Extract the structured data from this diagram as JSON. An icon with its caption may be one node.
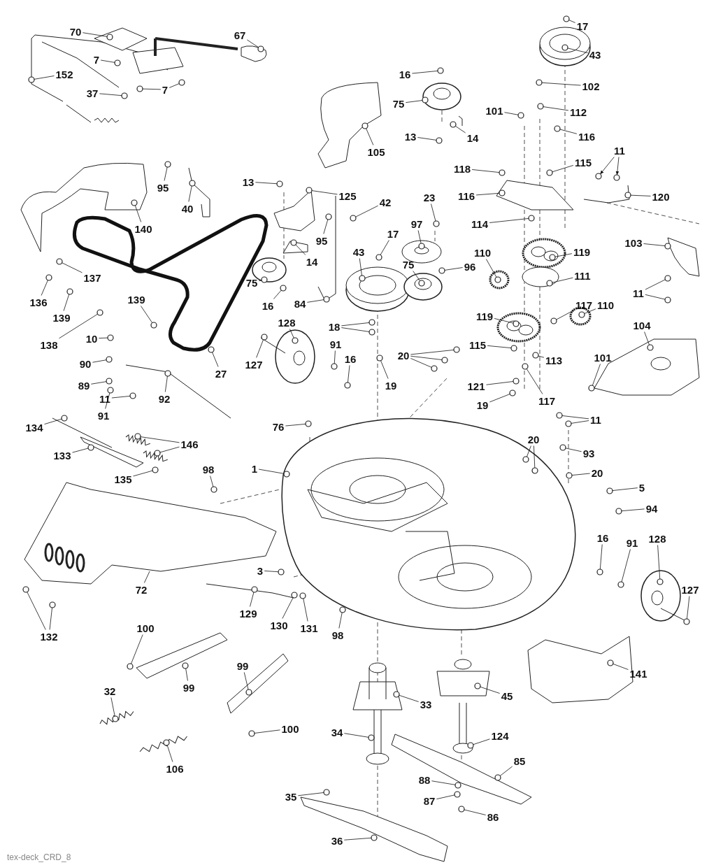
{
  "diagram": {
    "nodes": [
      {
        "text": [
          "17"
        ]
      },
      {
        "text": [
          "70"
        ]
      },
      {
        "text": [
          "67"
        ]
      },
      {
        "text": [
          "43"
        ]
      },
      {
        "text": [
          "7"
        ]
      },
      {
        "text": [
          "152"
        ]
      },
      {
        "text": [
          "16"
        ]
      },
      {
        "text": [
          "102"
        ]
      },
      {
        "text": [
          "7"
        ]
      },
      {
        "text": [
          "37"
        ]
      },
      {
        "text": [
          "75"
        ]
      },
      {
        "text": [
          "101"
        ]
      },
      {
        "text": [
          "112"
        ]
      },
      {
        "text": [
          "116"
        ]
      },
      {
        "text": [
          "14"
        ]
      },
      {
        "text": [
          "13"
        ]
      },
      {
        "text": [
          "105"
        ]
      },
      {
        "text": [
          "11"
        ]
      },
      {
        "text": [
          "118"
        ]
      },
      {
        "text": [
          "115"
        ]
      },
      {
        "text": [
          "13"
        ]
      },
      {
        "text": [
          "125"
        ]
      },
      {
        "text": [
          "95"
        ]
      },
      {
        "text": [
          "40"
        ]
      },
      {
        "text": [
          "116"
        ]
      },
      {
        "text": [
          "120"
        ]
      },
      {
        "text": [
          "42"
        ]
      },
      {
        "text": [
          "140"
        ]
      },
      {
        "text": [
          "23"
        ]
      },
      {
        "text": [
          "95"
        ]
      },
      {
        "text": [
          "114"
        ]
      },
      {
        "text": [
          "14"
        ]
      },
      {
        "text": [
          "97"
        ]
      },
      {
        "text": [
          "103"
        ]
      },
      {
        "text": [
          "17"
        ]
      },
      {
        "text": [
          "43"
        ]
      },
      {
        "text": [
          "110"
        ]
      },
      {
        "text": [
          "119"
        ]
      },
      {
        "text": [
          "96"
        ]
      },
      {
        "text": [
          "75"
        ]
      },
      {
        "text": [
          "111"
        ]
      },
      {
        "text": [
          "137"
        ]
      },
      {
        "text": [
          "75"
        ]
      },
      {
        "text": [
          "84"
        ]
      },
      {
        "text": [
          "16"
        ]
      },
      {
        "text": [
          "136"
        ]
      },
      {
        "text": [
          "11"
        ]
      },
      {
        "text": [
          "139"
        ]
      },
      {
        "text": [
          "139"
        ]
      },
      {
        "text": [
          "117"
        ]
      },
      {
        "text": [
          "18"
        ]
      },
      {
        "text": [
          "119"
        ]
      },
      {
        "text": [
          "110"
        ]
      },
      {
        "text": [
          "138"
        ]
      },
      {
        "text": [
          "128"
        ]
      },
      {
        "text": [
          "104"
        ]
      },
      {
        "text": [
          "10"
        ]
      },
      {
        "text": [
          "27"
        ]
      },
      {
        "text": [
          "101"
        ]
      },
      {
        "text": [
          "91"
        ]
      },
      {
        "text": [
          "16"
        ]
      },
      {
        "text": [
          "115"
        ]
      },
      {
        "text": [
          "127"
        ]
      },
      {
        "text": [
          "113"
        ]
      },
      {
        "text": [
          "20"
        ]
      },
      {
        "text": [
          "90"
        ]
      },
      {
        "text": [
          "19"
        ]
      },
      {
        "text": [
          "117"
        ]
      },
      {
        "text": [
          "89"
        ]
      },
      {
        "text": [
          "121"
        ]
      },
      {
        "text": [
          "92"
        ]
      },
      {
        "text": [
          "19"
        ]
      },
      {
        "text": [
          "11"
        ]
      },
      {
        "text": [
          "91"
        ]
      },
      {
        "text": [
          "11"
        ]
      },
      {
        "text": [
          "134"
        ]
      },
      {
        "text": [
          "76"
        ]
      },
      {
        "text": [
          "146"
        ]
      },
      {
        "text": [
          "133"
        ]
      },
      {
        "text": [
          "93"
        ]
      },
      {
        "text": [
          "20"
        ]
      },
      {
        "text": [
          "98"
        ]
      },
      {
        "text": [
          "1"
        ]
      },
      {
        "text": [
          "135"
        ]
      },
      {
        "text": [
          "20"
        ]
      },
      {
        "text": [
          "5"
        ]
      },
      {
        "text": [
          "94"
        ]
      },
      {
        "text": [
          "3"
        ]
      },
      {
        "text": [
          "72"
        ]
      },
      {
        "text": [
          "16"
        ]
      },
      {
        "text": [
          "91"
        ]
      },
      {
        "text": [
          "128"
        ]
      },
      {
        "text": [
          "127"
        ]
      },
      {
        "text": [
          "129"
        ]
      },
      {
        "text": [
          "130"
        ]
      },
      {
        "text": [
          "131"
        ]
      },
      {
        "text": [
          "98"
        ]
      },
      {
        "text": [
          "132"
        ]
      },
      {
        "text": [
          "141"
        ]
      },
      {
        "text": [
          "100"
        ]
      },
      {
        "text": [
          "99"
        ]
      },
      {
        "text": [
          "99"
        ]
      },
      {
        "text": [
          "32"
        ]
      },
      {
        "text": [
          "33"
        ]
      },
      {
        "text": [
          "45"
        ]
      },
      {
        "text": [
          "100"
        ]
      },
      {
        "text": [
          "34"
        ]
      },
      {
        "text": [
          "124"
        ]
      },
      {
        "text": [
          "106"
        ]
      },
      {
        "text": [
          "85"
        ]
      },
      {
        "text": [
          "88"
        ]
      },
      {
        "text": [
          "35"
        ]
      },
      {
        "text": [
          "87"
        ]
      },
      {
        "text": [
          "86"
        ]
      },
      {
        "text": [
          "36"
        ]
      },
      {
        "text": [],
        "shape": "circle"
      },
      {
        "text": [],
        "shape": "circle"
      },
      {
        "text": [],
        "shape": "circle"
      },
      {
        "text": [],
        "shape": "circle"
      },
      {
        "text": [],
        "shape": "circle"
      },
      {
        "text": [],
        "shape": "circle"
      },
      {
        "text": [],
        "shape": "circle"
      },
      {
        "text": [],
        "shape": "circle"
      },
      {
        "text": [],
        "shape": "circle"
      },
      {
        "text": [],
        "shape": "circle"
      },
      {
        "text": [],
        "shape": "circle"
      },
      {
        "text": [],
        "shape": "circle"
      },
      {
        "text": [],
        "shape": "circle"
      },
      {
        "text": [],
        "shape": "circle"
      },
      {
        "text": [],
        "shape": "circle"
      },
      {
        "text": [],
        "shape": "circle"
      },
      {
        "text": [],
        "shape": "circle"
      },
      {
        "text": [],
        "shape": "circle"
      },
      {
        "text": [],
        "shape": "circle"
      },
      {
        "text": [],
        "shape": "circle"
      },
      {
        "text": [],
        "shape": "circle"
      },
      {
        "text": [],
        "shape": "circle"
      },
      {
        "text": [],
        "shape": "circle"
      },
      {
        "text": [],
        "shape": "circle"
      },
      {
        "text": [],
        "shape": "circle"
      },
      {
        "text": [],
        "shape": "circle"
      },
      {
        "text": [],
        "shape": "circle"
      },
      {
        "text": [],
        "shape": "circle"
      },
      {
        "text": [],
        "shape": "circle"
      },
      {
        "text": [],
        "shape": "circle"
      },
      {
        "text": [],
        "shape": "circle"
      },
      {
        "text": [],
        "shape": "circle"
      },
      {
        "text": [],
        "shape": "circle"
      },
      {
        "text": [],
        "shape": "circle"
      },
      {
        "text": [],
        "shape": "circle"
      },
      {
        "text": [],
        "shape": "circle"
      },
      {
        "text": [],
        "shape": "circle"
      },
      {
        "text": [],
        "shape": "circle"
      },
      {
        "text": [],
        "shape": "circle"
      },
      {
        "text": [],
        "shape": "circle"
      },
      {
        "text": [],
        "shape": "circle"
      },
      {
        "text": [],
        "shape": "circle"
      },
      {
        "text": [],
        "shape": "circle"
      },
      {
        "text": [],
        "shape": "circle"
      },
      {
        "text": [],
        "shape": "circle"
      },
      {
        "text": [],
        "shape": "circle"
      },
      {
        "text": [],
        "shape": "circle"
      },
      {
        "text": [],
        "shape": "circle"
      },
      {
        "text": [],
        "shape": "circle"
      },
      {
        "text": [],
        "shape": "circle"
      },
      {
        "text": [],
        "shape": "circle"
      },
      {
        "text": [],
        "shape": "circle"
      },
      {
        "text": [],
        "shape": "circle"
      },
      {
        "text": [],
        "shape": "circle"
      },
      {
        "text": [],
        "shape": "circle"
      },
      {
        "text": [],
        "shape": "circle"
      },
      {
        "text": [],
        "shape": "circle"
      },
      {
        "text": [],
        "shape": "circle"
      },
      {
        "text": [],
        "shape": "circle"
      },
      {
        "text": [],
        "shape": "circle"
      },
      {
        "text": [],
        "shape": "circle"
      },
      {
        "text": [],
        "shape": "circle"
      },
      {
        "text": [],
        "shape": "circle"
      },
      {
        "text": [],
        "shape": "circle"
      },
      {
        "text": [],
        "shape": "circle"
      },
      {
        "text": [],
        "shape": "circle"
      },
      {
        "text": [],
        "shape": "circle"
      },
      {
        "text": [],
        "shape": "circle"
      },
      {
        "text": [],
        "shape": "circle"
      },
      {
        "text": [],
        "shape": "circle"
      },
      {
        "text": [],
        "shape": "circle"
      },
      {
        "text": [],
        "shape": "circle"
      },
      {
        "text": [],
        "shape": "circle"
      },
      {
        "text": [],
        "shape": "circle"
      },
      {
        "text": [],
        "shape": "circle"
      },
      {
        "text": [],
        "shape": "circle"
      },
      {
        "text": [],
        "shape": "circle"
      },
      {
        "text": [],
        "shape": "circle"
      },
      {
        "text": [],
        "shape": "circle"
      },
      {
        "text": [],
        "shape": "circle"
      },
      {
        "text": [],
        "shape": "circle"
      },
      {
        "text": [],
        "shape": "circle"
      },
      {
        "text": [],
        "shape": "circle"
      },
      {
        "text": [],
        "shape": "circle"
      },
      {
        "text": [],
        "shape": "circle"
      },
      {
        "text": [],
        "shape": "circle"
      },
      {
        "text": [],
        "shape": "circle"
      },
      {
        "text": [],
        "shape": "circle"
      },
      {
        "text": [],
        "shape": "circle"
      },
      {
        "text": [],
        "shape": "circle"
      },
      {
        "text": [],
        "shape": "circle"
      },
      {
        "text": [],
        "shape": "circle"
      },
      {
        "text": [],
        "shape": "circle"
      },
      {
        "text": [],
        "shape": "circle"
      },
      {
        "text": [],
        "shape": "circle"
      },
      {
        "text": [],
        "shape": "circle"
      },
      {
        "text": [],
        "shape": "circle"
      },
      {
        "text": [],
        "shape": "picture"
      },
      {
        "text": [],
        "shape": "circle"
      },
      {
        "text": [],
        "shape": "circle"
      },
      {
        "text": [],
        "shape": "circle"
      },
      {
        "text": [],
        "shape": "circle"
      },
      {
        "text": [],
        "shape": "circle"
      },
      {
        "text": [],
        "shape": "circle"
      },
      {
        "text": [],
        "shape": "circle"
      },
      {
        "text": [],
        "shape": "circle"
      },
      {
        "text": [],
        "shape": "circle"
      },
      {
        "text": [],
        "shape": "circle"
      },
      {
        "text": [],
        "shape": "circle"
      },
      {
        "text": [],
        "shape": "circle"
      },
      {
        "text": [],
        "shape": "circle"
      },
      {
        "text": [],
        "shape": "circle"
      },
      {
        "text": [],
        "shape": "circle"
      },
      {
        "text": [],
        "shape": "circle"
      },
      {
        "text": [],
        "shape": "circle"
      },
      {
        "text": [],
        "shape": "circle"
      },
      {
        "text": [],
        "shape": "circle"
      },
      {
        "text": [],
        "shape": "circle"
      },
      {
        "text": [],
        "shape": "circle"
      },
      {
        "text": [],
        "shape": "circle"
      },
      {
        "text": [],
        "shape": "circle"
      },
      {
        "text": [],
        "shape": "circle"
      },
      {
        "text": [],
        "shape": "circle"
      },
      {
        "text": [],
        "shape": "circle"
      },
      {
        "text": [],
        "shape": "circle"
      }
    ],
    "edges": [
      {
        "from": 0,
        "to": 115,
        "arrow": "none"
      },
      {
        "from": 1,
        "to": 116,
        "arrow": "none"
      },
      {
        "from": 2,
        "to": 117,
        "arrow": "none"
      },
      {
        "from": 3,
        "to": 118,
        "arrow": "none"
      },
      {
        "from": 4,
        "to": 119,
        "arrow": "none"
      },
      {
        "from": 5,
        "to": 120,
        "arrow": "none"
      },
      {
        "from": 6,
        "to": 121,
        "arrow": "none"
      },
      {
        "from": 7,
        "to": 122,
        "arrow": "none"
      },
      {
        "from": 8,
        "to": 123,
        "arrow": "none"
      },
      {
        "from": 8,
        "to": 124,
        "arrow": "none"
      },
      {
        "from": 9,
        "to": 125,
        "arrow": "none"
      },
      {
        "from": 10,
        "to": 126,
        "arrow": "none"
      },
      {
        "from": 11,
        "to": 127,
        "arrow": "none"
      },
      {
        "from": 12,
        "to": 128,
        "arrow": "none"
      },
      {
        "from": 13,
        "to": 129,
        "arrow": "none"
      },
      {
        "from": 14,
        "to": 130,
        "arrow": "none"
      },
      {
        "from": 15,
        "to": 131,
        "arrow": "none"
      },
      {
        "from": 16,
        "to": 132,
        "arrow": "none"
      },
      {
        "from": 17,
        "to": 133,
        "arrow": "to"
      },
      {
        "from": 17,
        "to": 134,
        "arrow": "to"
      },
      {
        "from": 18,
        "to": 135,
        "arrow": "none"
      },
      {
        "from": 19,
        "to": 136,
        "arrow": "none"
      },
      {
        "from": 20,
        "to": 137,
        "arrow": "none"
      },
      {
        "from": 21,
        "to": 138,
        "arrow": "none"
      },
      {
        "from": 22,
        "to": 139,
        "arrow": "none"
      },
      {
        "from": 23,
        "to": 140,
        "arrow": "none"
      },
      {
        "from": 24,
        "to": 141,
        "arrow": "none"
      },
      {
        "from": 25,
        "to": 142,
        "arrow": "none"
      },
      {
        "from": 26,
        "to": 143,
        "arrow": "none"
      },
      {
        "from": 27,
        "to": 144,
        "arrow": "none"
      },
      {
        "from": 28,
        "to": 145,
        "arrow": "none"
      },
      {
        "from": 29,
        "to": 146,
        "arrow": "none"
      },
      {
        "from": 30,
        "to": 147,
        "arrow": "none"
      },
      {
        "from": 31,
        "to": 148,
        "arrow": "none"
      },
      {
        "from": 32,
        "to": 149,
        "arrow": "none"
      },
      {
        "from": 33,
        "to": 150,
        "arrow": "none"
      },
      {
        "from": 34,
        "to": 151,
        "arrow": "none"
      },
      {
        "from": 35,
        "to": 152,
        "arrow": "none"
      },
      {
        "from": 36,
        "to": 153,
        "arrow": "none"
      },
      {
        "from": 37,
        "to": 154,
        "arrow": "none"
      },
      {
        "from": 38,
        "to": 155,
        "arrow": "none"
      },
      {
        "from": 39,
        "to": 156,
        "arrow": "none"
      },
      {
        "from": 40,
        "to": 157,
        "arrow": "none"
      },
      {
        "from": 41,
        "to": 158,
        "arrow": "none"
      },
      {
        "from": 42,
        "to": 159,
        "arrow": "none"
      },
      {
        "from": 43,
        "to": 160,
        "arrow": "none"
      },
      {
        "from": 44,
        "to": 161,
        "arrow": "none"
      },
      {
        "from": 45,
        "to": 162,
        "arrow": "none"
      },
      {
        "from": 46,
        "to": 163,
        "arrow": "none"
      },
      {
        "from": 46,
        "to": 164,
        "arrow": "none"
      },
      {
        "from": 47,
        "to": 165,
        "arrow": "none"
      },
      {
        "from": 48,
        "to": 166,
        "arrow": "none"
      },
      {
        "from": 49,
        "to": 167,
        "arrow": "none"
      },
      {
        "from": 50,
        "to": 168,
        "arrow": "none"
      },
      {
        "from": 50,
        "to": 169,
        "arrow": "none"
      },
      {
        "from": 51,
        "to": 170,
        "arrow": "none"
      },
      {
        "from": 52,
        "to": 171,
        "arrow": "none"
      },
      {
        "from": 53,
        "to": 172,
        "arrow": "none"
      },
      {
        "from": 54,
        "to": 173,
        "arrow": "none"
      },
      {
        "from": 55,
        "to": 174,
        "arrow": "none"
      },
      {
        "from": 56,
        "to": 175,
        "arrow": "none"
      },
      {
        "from": 57,
        "to": 176,
        "arrow": "none"
      },
      {
        "from": 58,
        "to": 177,
        "arrow": "none"
      },
      {
        "from": 59,
        "to": 178,
        "arrow": "none"
      },
      {
        "from": 60,
        "to": 179,
        "arrow": "none"
      },
      {
        "from": 61,
        "to": 180,
        "arrow": "none"
      },
      {
        "from": 62,
        "to": 181,
        "arrow": "none"
      },
      {
        "from": 63,
        "to": 182,
        "arrow": "none"
      },
      {
        "from": 64,
        "to": 183,
        "arrow": "none"
      },
      {
        "from": 64,
        "to": 184,
        "arrow": "none"
      },
      {
        "from": 64,
        "to": 185,
        "arrow": "none"
      },
      {
        "from": 65,
        "to": 186,
        "arrow": "none"
      },
      {
        "from": 66,
        "to": 187,
        "arrow": "none"
      },
      {
        "from": 67,
        "to": 188,
        "arrow": "none"
      },
      {
        "from": 68,
        "to": 189,
        "arrow": "none"
      },
      {
        "from": 69,
        "to": 190,
        "arrow": "none"
      },
      {
        "from": 70,
        "to": 191,
        "arrow": "none"
      },
      {
        "from": 71,
        "to": 192,
        "arrow": "none"
      },
      {
        "from": 72,
        "to": 193,
        "arrow": "none"
      },
      {
        "from": 73,
        "to": 194,
        "arrow": "none"
      },
      {
        "from": 74,
        "to": 195,
        "arrow": "none"
      },
      {
        "from": 74,
        "to": 196,
        "arrow": "none"
      },
      {
        "from": 75,
        "to": 197,
        "arrow": "none"
      },
      {
        "from": 76,
        "to": 198,
        "arrow": "none"
      },
      {
        "from": 77,
        "to": 199,
        "arrow": "none"
      },
      {
        "from": 77,
        "to": 200,
        "arrow": "none"
      },
      {
        "from": 78,
        "to": 201,
        "arrow": "none"
      },
      {
        "from": 79,
        "to": 202,
        "arrow": "none"
      },
      {
        "from": 80,
        "to": 203,
        "arrow": "none"
      },
      {
        "from": 80,
        "to": 204,
        "arrow": "none"
      },
      {
        "from": 81,
        "to": 205,
        "arrow": "none"
      },
      {
        "from": 82,
        "to": 206,
        "arrow": "none"
      },
      {
        "from": 83,
        "to": 207,
        "arrow": "none"
      },
      {
        "from": 84,
        "to": 208,
        "arrow": "none"
      },
      {
        "from": 85,
        "to": 209,
        "arrow": "none"
      },
      {
        "from": 86,
        "to": 210,
        "arrow": "none"
      },
      {
        "from": 87,
        "to": 211,
        "arrow": "none"
      },
      {
        "from": 88,
        "to": 212,
        "arrow": "none"
      },
      {
        "from": 89,
        "to": 213,
        "arrow": "none"
      },
      {
        "from": 90,
        "to": 214,
        "arrow": "none"
      },
      {
        "from": 91,
        "to": 215,
        "arrow": "none"
      },
      {
        "from": 92,
        "to": 216,
        "arrow": "none"
      },
      {
        "from": 93,
        "to": 217,
        "arrow": "none"
      },
      {
        "from": 94,
        "to": 218,
        "arrow": "none"
      },
      {
        "from": 95,
        "to": 219,
        "arrow": "none"
      },
      {
        "from": 96,
        "to": 220,
        "arrow": "none"
      },
      {
        "from": 97,
        "to": 221,
        "arrow": "none"
      },
      {
        "from": 97,
        "to": 222,
        "arrow": "none"
      },
      {
        "from": 98,
        "to": 223,
        "arrow": "none"
      },
      {
        "from": 99,
        "to": 224,
        "arrow": "none"
      },
      {
        "from": 100,
        "to": 225,
        "arrow": "none"
      },
      {
        "from": 101,
        "to": 226,
        "arrow": "none"
      },
      {
        "from": 102,
        "to": 227,
        "arrow": "none"
      },
      {
        "from": 103,
        "to": 228,
        "arrow": "none"
      },
      {
        "from": 104,
        "to": 229,
        "arrow": "none"
      },
      {
        "from": 105,
        "to": 230,
        "arrow": "none"
      },
      {
        "from": 106,
        "to": 231,
        "arrow": "none"
      },
      {
        "from": 107,
        "to": 232,
        "arrow": "none"
      },
      {
        "from": 108,
        "to": 233,
        "arrow": "none"
      },
      {
        "from": 109,
        "to": 234,
        "arrow": "none"
      },
      {
        "from": 110,
        "to": 235,
        "arrow": "none"
      },
      {
        "from": 111,
        "to": 236,
        "arrow": "none"
      },
      {
        "from": 112,
        "to": 237,
        "arrow": "none"
      },
      {
        "from": 113,
        "to": 238,
        "arrow": "none"
      },
      {
        "from": 114,
        "to": 239,
        "arrow": "none"
      }
    ],
    "labels": [
      "tex-deck_CRD_8"
    ]
  }
}
